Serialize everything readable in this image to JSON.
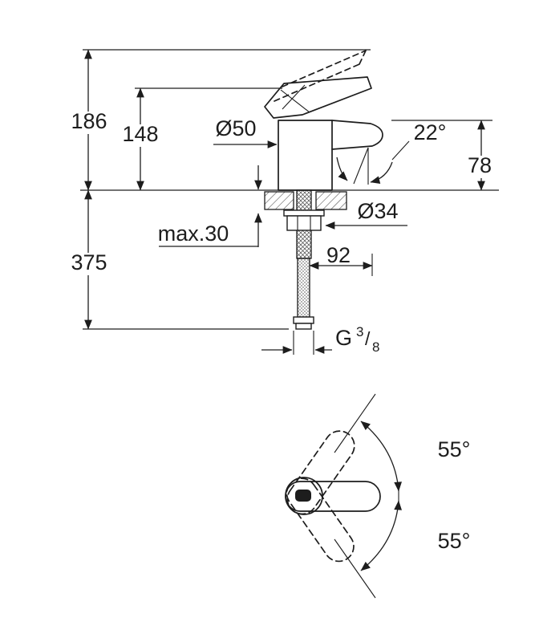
{
  "colors": {
    "background": "#ffffff",
    "line": "#1d1d1d"
  },
  "side_view": {
    "total_height": "186",
    "body_height": "148",
    "body_diameter": "Ø50",
    "spout_angle": "22°",
    "spout_height": "78",
    "hole_diameter": "Ø34",
    "max_deck_thickness": "max.30",
    "hose_length": "375",
    "reach": "92",
    "thread": {
      "prefix": "G",
      "numerator": "3",
      "slash": "/",
      "denominator": "8"
    }
  },
  "plan_view": {
    "swivel_angle_upper": "55°",
    "swivel_angle_lower": "55°"
  }
}
